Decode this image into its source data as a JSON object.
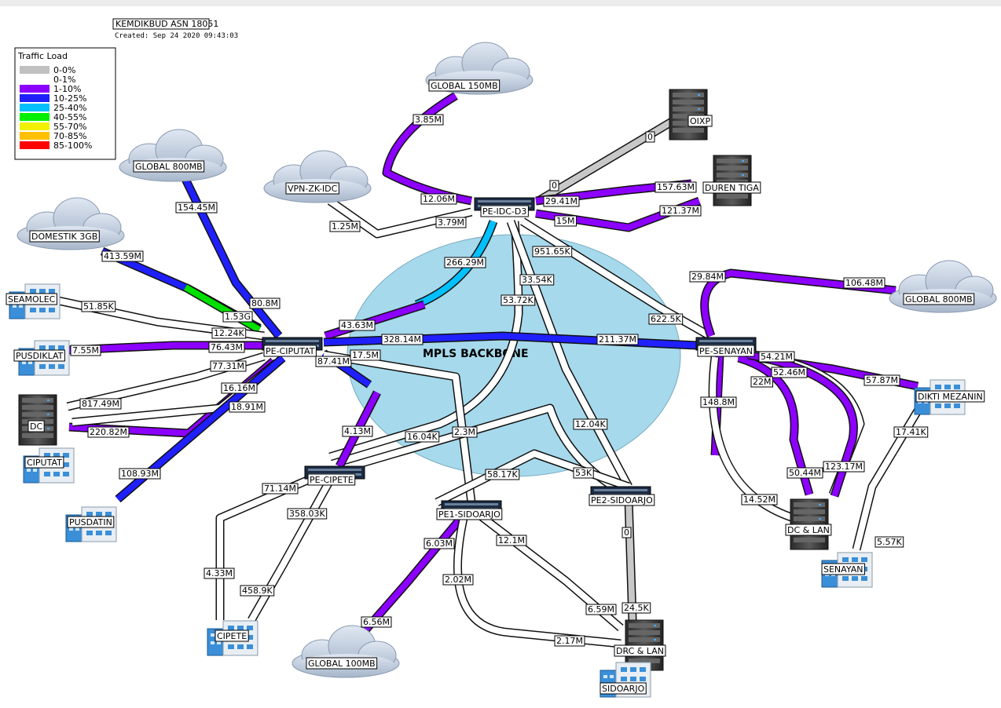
{
  "header": {
    "title": "KEMDIKBUD ASN 18051",
    "created": "Created: Sep 24 2020 09:43:03"
  },
  "legend": {
    "title": "Traffic Load",
    "items": [
      {
        "label": "0-0%",
        "color": "#c0c0c0"
      },
      {
        "label": "0-1%",
        "color": "#ffffff"
      },
      {
        "label": "1-10%",
        "color": "#8c00ff"
      },
      {
        "label": "10-25%",
        "color": "#2020ff"
      },
      {
        "label": "25-40%",
        "color": "#00c0ff"
      },
      {
        "label": "40-55%",
        "color": "#00f000"
      },
      {
        "label": "55-70%",
        "color": "#f0f000"
      },
      {
        "label": "70-85%",
        "color": "#ffc000"
      },
      {
        "label": "85-100%",
        "color": "#ff0000"
      }
    ]
  },
  "backbone_label": "MPLS BACKBONE",
  "nodes": {
    "global150": "GLOBAL 150MB",
    "global800_left": "GLOBAL 800MB",
    "vpn": "VPN-ZK-IDC",
    "domestik": "DOMESTIK 3GB",
    "oixp": "OIXP",
    "duren": "DUREN TIGA",
    "peidc": "PE-IDC-D3",
    "global800_right": "GLOBAL 800MB",
    "seamolec": "SEAMOLEC",
    "pusdiklat": "PUSDIKLAT",
    "pe_ciputat": "PE-CIPUTAT",
    "pe_senayan": "PE-SENAYAN",
    "dc": "DC",
    "ciputat": "CIPUTAT",
    "pusdatin": "PUSDATIN",
    "pe_cipete": "PE-CIPETE",
    "pe1_sidoarjo": "PE1-SIDOARJO",
    "pe2_sidoarjo": "PE2-SIDOARJO",
    "dikti": "DIKTI MEZANIN",
    "dclan": "DC & LAN",
    "senayan": "SENAYAN",
    "cipete": "CIPETE",
    "global100": "GLOBAL 100MB",
    "drc": "DRC & LAN",
    "sidoarjo": "SIDOARJO"
  },
  "links": {
    "l_3_85m": "3.85M",
    "l_12_06m": "12.06M",
    "l_0_oixp": "0",
    "l_0_idc": "0",
    "l_29_41m": "29.41M",
    "l_157_63m": "157.63M",
    "l_15m": "15M",
    "l_121_37m": "121.37M",
    "l_154_45m": "154.45M",
    "l_1_25m": "1.25M",
    "l_3_79m": "3.79M",
    "l_413_59m": "413.59M",
    "l_266_29m": "266.29M",
    "l_951_65k": "951.65K",
    "l_33_54k": "33.54K",
    "l_53_72k": "53.72K",
    "l_622_5k": "622.5K",
    "l_29_84m": "29.84M",
    "l_106_48m": "106.48M",
    "l_80_8m": "80.8M",
    "l_1_53g": "1.53G",
    "l_51_85k": "51.85K",
    "l_12_24k": "12.24K",
    "l_43_63m": "43.63M",
    "l_76_43m": "76.43M",
    "l_7_55m": "7.55M",
    "l_328_14m": "328.14M",
    "l_211_37m": "211.37M",
    "l_77_31m": "77.31M",
    "l_87_41m": "87.41M",
    "l_17_5m": "17.5M",
    "l_54_21m": "54.21M",
    "l_52_46m": "52.46M",
    "l_22m": "22M",
    "l_57_87m": "57.87M",
    "l_16_16m": "16.16M",
    "l_817_49m": "817.49M",
    "l_18_91m": "18.91M",
    "l_148_8m": "148.8M",
    "l_220_82m": "220.82M",
    "l_4_13m": "4.13M",
    "l_16_04k": "16.04K",
    "l_2_3m": "2.3M",
    "l_12_04k": "12.04K",
    "l_17_41k": "17.41K",
    "l_108_93m": "108.93M",
    "l_58_17k": "58.17K",
    "l_53k": "53K",
    "l_71_14m": "71.14M",
    "l_358_03k": "358.03K",
    "l_50_44m": "50.44M",
    "l_123_17m": "123.17M",
    "l_14_52m": "14.52M",
    "l_0_drc": "0",
    "l_6_03m": "6.03M",
    "l_12_1m": "12.1M",
    "l_5_57k": "5.57K",
    "l_4_33m": "4.33M",
    "l_2_02m": "2.02M",
    "l_458_9k": "458.9K",
    "l_6_59m": "6.59M",
    "l_24_5k": "24.5K",
    "l_6_56m": "6.56M",
    "l_2_17m": "2.17M"
  }
}
